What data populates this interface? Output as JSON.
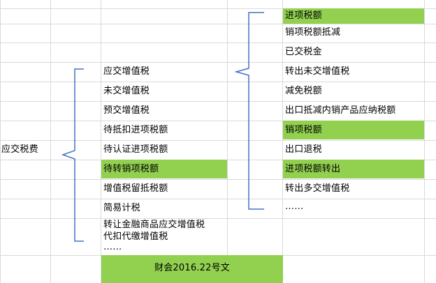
{
  "root": {
    "label": "应交税费"
  },
  "sub_items": [
    {
      "label": "应交增值税",
      "highlight": false
    },
    {
      "label": "未交增值税",
      "highlight": false
    },
    {
      "label": "预交增值税",
      "highlight": false
    },
    {
      "label": "待抵扣进项税额",
      "highlight": false
    },
    {
      "label": "待认证进项税额",
      "highlight": false
    },
    {
      "label": "待转销项税额",
      "highlight": true
    },
    {
      "label": "增值税留抵税额",
      "highlight": false
    },
    {
      "label": "简易计税",
      "highlight": false
    },
    {
      "label": "转让金融商品应交增值税",
      "highlight": false
    },
    {
      "label": "代扣代缴增值税",
      "highlight": false
    },
    {
      "label": "……",
      "highlight": false
    }
  ],
  "detail_items": [
    {
      "label": "进项税额",
      "highlight": true
    },
    {
      "label": "销项税额抵减",
      "highlight": false
    },
    {
      "label": "已交税金",
      "highlight": false
    },
    {
      "label": "转出未交增值税",
      "highlight": false
    },
    {
      "label": "减免税额",
      "highlight": false
    },
    {
      "label": "出口抵减内销产品应纳税额",
      "highlight": false
    },
    {
      "label": "销项税额",
      "highlight": true
    },
    {
      "label": "出口退税",
      "highlight": false
    },
    {
      "label": "进项税额转出",
      "highlight": true
    },
    {
      "label": "转出多交增值税",
      "highlight": false
    },
    {
      "label": "……",
      "highlight": false
    }
  ],
  "footer_note": {
    "label": "财会2016.22号文"
  },
  "colors": {
    "highlight": "#92d050",
    "grid": "#d9d9d9",
    "bracket": "#4472c4"
  }
}
